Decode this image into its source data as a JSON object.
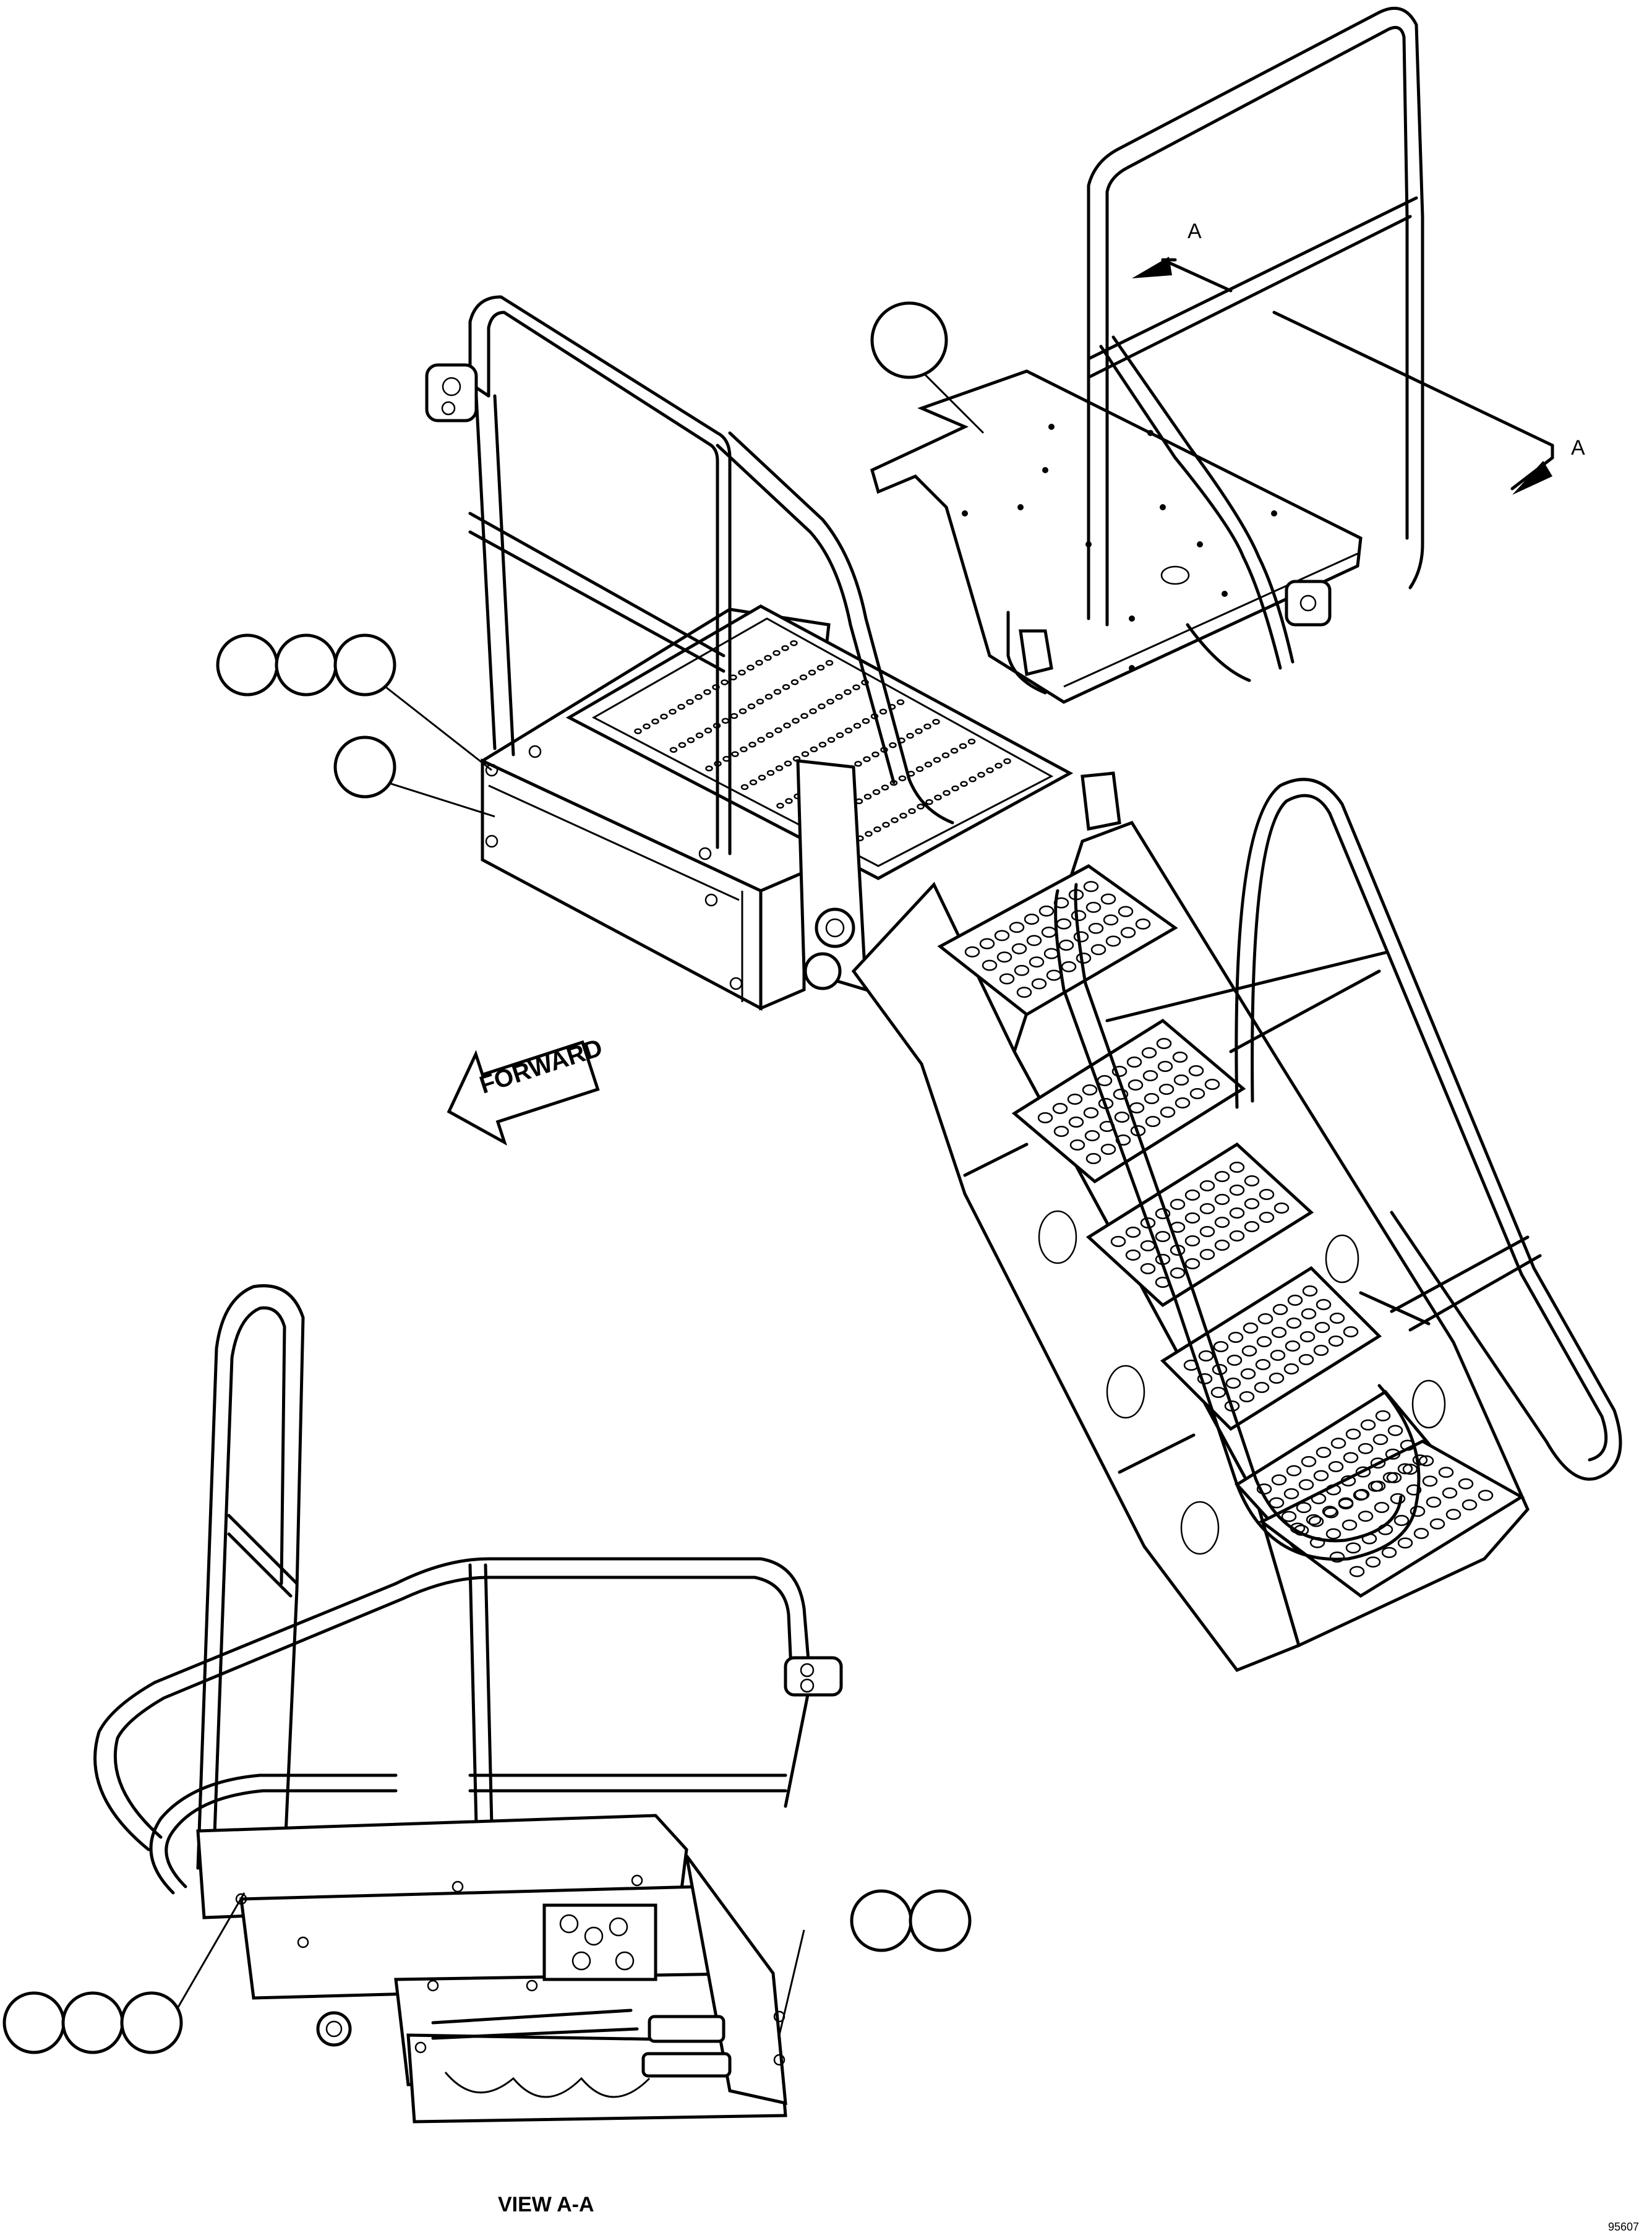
{
  "section_marker": {
    "letter": "A"
  },
  "forward_label": "FORWARD",
  "view_caption": "VIEW A-A",
  "drawing_number": "95607"
}
